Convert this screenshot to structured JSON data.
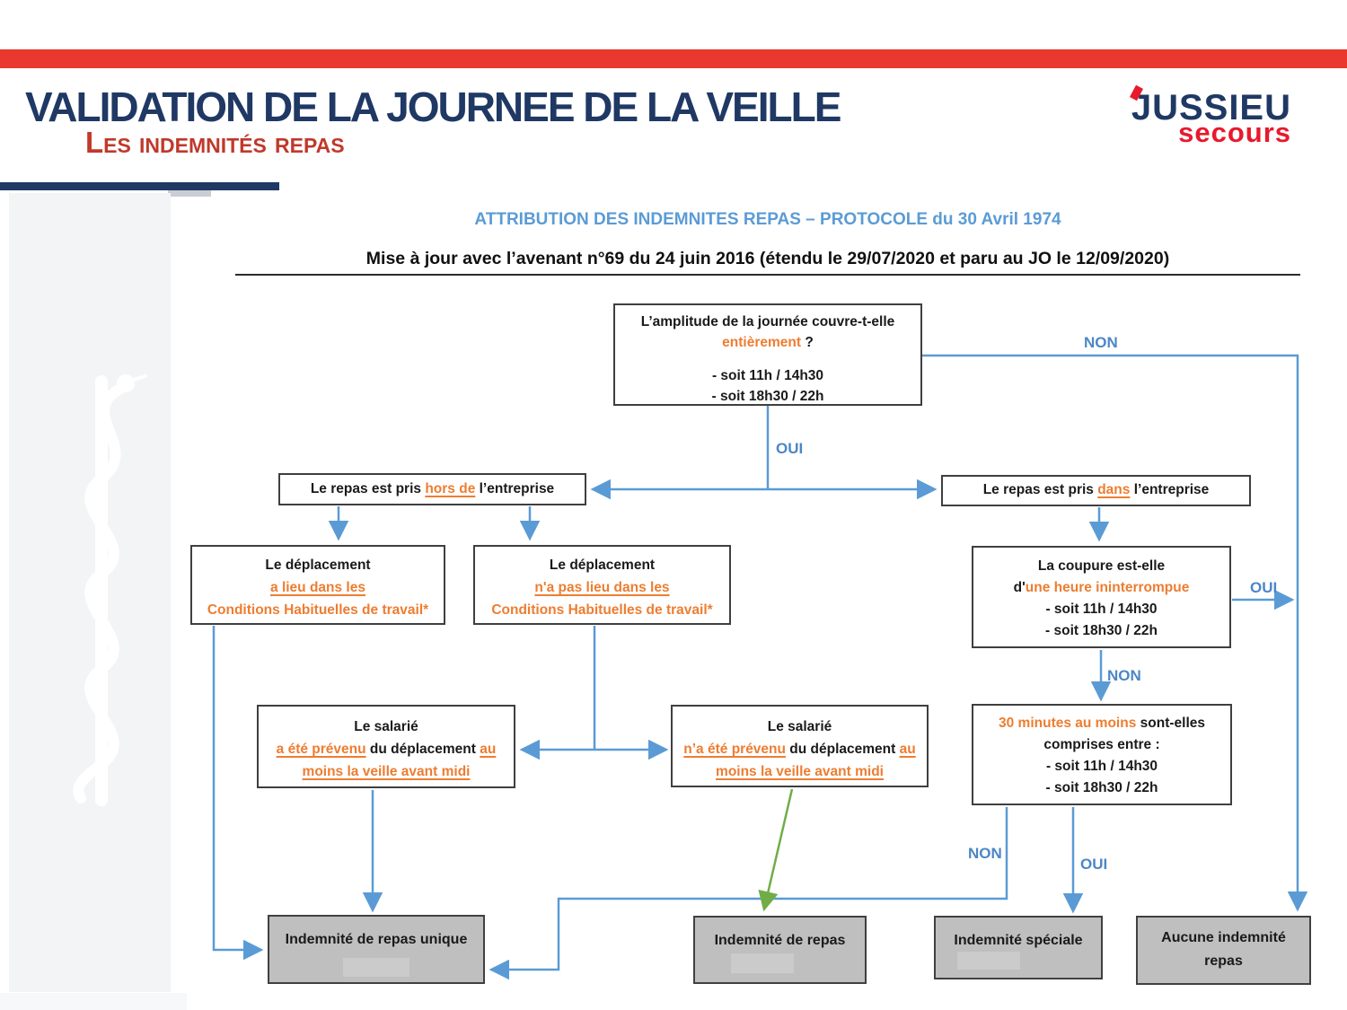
{
  "slide": {
    "title": "VALIDATION DE LA JOURNEE DE LA VEILLE",
    "subtitle": "Les indemnités repas",
    "logo": {
      "brand": "JUSSIEU",
      "brand_sub": "secours"
    }
  },
  "flowchart": {
    "heading": "ATTRIBUTION DES INDEMNITES REPAS – PROTOCOLE du 30 Avril 1974",
    "subheading": "Mise à jour avec l’avenant n°69 du 24 juin 2016 (étendu le 29/07/2020 et paru au JO le 12/09/2020)",
    "nodes": {
      "amplitude": {
        "line1": "L’amplitude de la journée couvre-t-elle",
        "line2_highlight": "entièrement",
        "line2_suffix": " ?",
        "option1": "- soit 11h / 14h30",
        "option2": "- soit 18h30 / 22h"
      },
      "repas_hors": {
        "prefix": "Le repas est pris ",
        "highlight": "hors de",
        "suffix": " l’entreprise"
      },
      "repas_dans": {
        "prefix": "Le repas est pris ",
        "highlight": "dans",
        "suffix": " l’entreprise"
      },
      "deplacement_habituel": {
        "line1": "Le déplacement",
        "line2": "a lieu dans les",
        "line3": "Conditions Habituelles de travail*"
      },
      "deplacement_non_habituel": {
        "line1": "Le déplacement",
        "line2": "n'a pas lieu dans les",
        "line3": "Conditions Habituelles de travail*"
      },
      "coupure": {
        "line1": "La coupure est-elle",
        "line2_prefix": "d'",
        "line2_highlight": "une heure ininterrompue",
        "option1": "- soit 11h / 14h30",
        "option2": "- soit 18h30 / 22h"
      },
      "salarie_prevenu": {
        "line1": "Le salarié",
        "line2_hl1": "a été prévenu",
        "line2_mid": " du déplacement ",
        "line2_hl2": "au",
        "line3": "moins la veille avant midi"
      },
      "salarie_non_prevenu": {
        "line1": "Le salarié",
        "line2_hl1": "n’a été prévenu",
        "line2_mid": " du déplacement ",
        "line2_hl2": "au",
        "line3": "moins la veille avant midi"
      },
      "minutes30": {
        "line1_highlight": "30 minutes au moins",
        "line1_suffix": " sont-elles",
        "line2": "comprises entre :",
        "option1": "- soit 11h / 14h30",
        "option2": "- soit 18h30 / 22h"
      },
      "indemnite_unique": {
        "label": "Indemnité de repas unique"
      },
      "indemnite_repas": {
        "label": "Indemnité de repas"
      },
      "indemnite_speciale": {
        "label": "Indemnité spéciale"
      },
      "aucune_indemnite": {
        "line1": "Aucune indemnité",
        "line2": "repas"
      }
    },
    "edge_labels": {
      "amplitude_oui": "OUI",
      "amplitude_non": "NON",
      "coupure_oui": "OUI",
      "coupure_non": "NON",
      "minutes30_non": "NON",
      "minutes30_oui": "OUI"
    }
  },
  "colors": {
    "top_bar_red": "#E9382D",
    "title_navy": "#1F3864",
    "subtitle_red": "#C0392B",
    "logo_red": "#E8192C",
    "heading_blue": "#5B9BD5",
    "connector_blue": "#5B9BD5",
    "connector_green": "#70AD47",
    "edge_label_blue": "#4C86C6",
    "accent_orange": "#ED7D31",
    "result_box_gray": "#BFBFBF"
  }
}
